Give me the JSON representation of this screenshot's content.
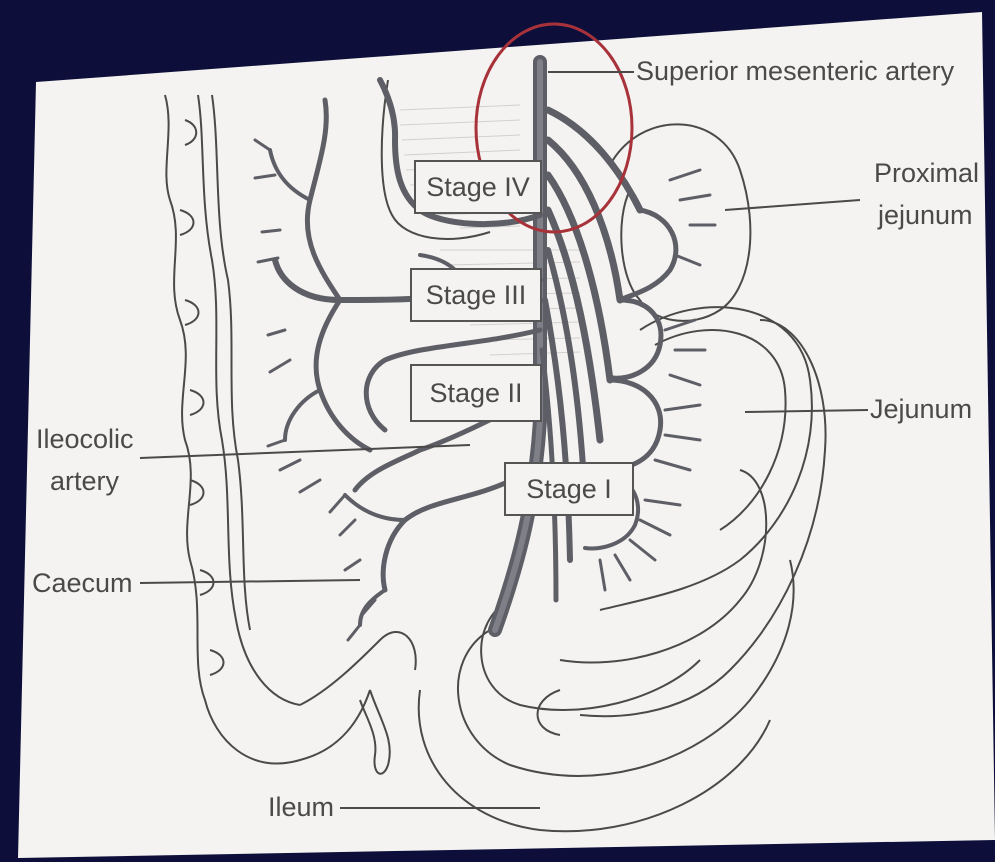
{
  "labels": {
    "superior_mesenteric_artery": "Superior mesenteric artery",
    "proximal_jejunum_line1": "Proximal",
    "proximal_jejunum_line2": "jejunum",
    "jejunum": "Jejunum",
    "ileocolic_line1": "Ileocolic",
    "ileocolic_line2": "artery",
    "caecum": "Caecum",
    "ileum": "Ileum"
  },
  "stages": {
    "stage_iv": "Stage IV",
    "stage_iii": "Stage III",
    "stage_ii": "Stage II",
    "stage_i": "Stage I"
  },
  "colors": {
    "slide_background": "#0d0f3a",
    "slide": "#f4f3f1",
    "vessel": "#5e5e66",
    "outline": "#4a4a4a",
    "highlight_circle": "#a8323a"
  }
}
